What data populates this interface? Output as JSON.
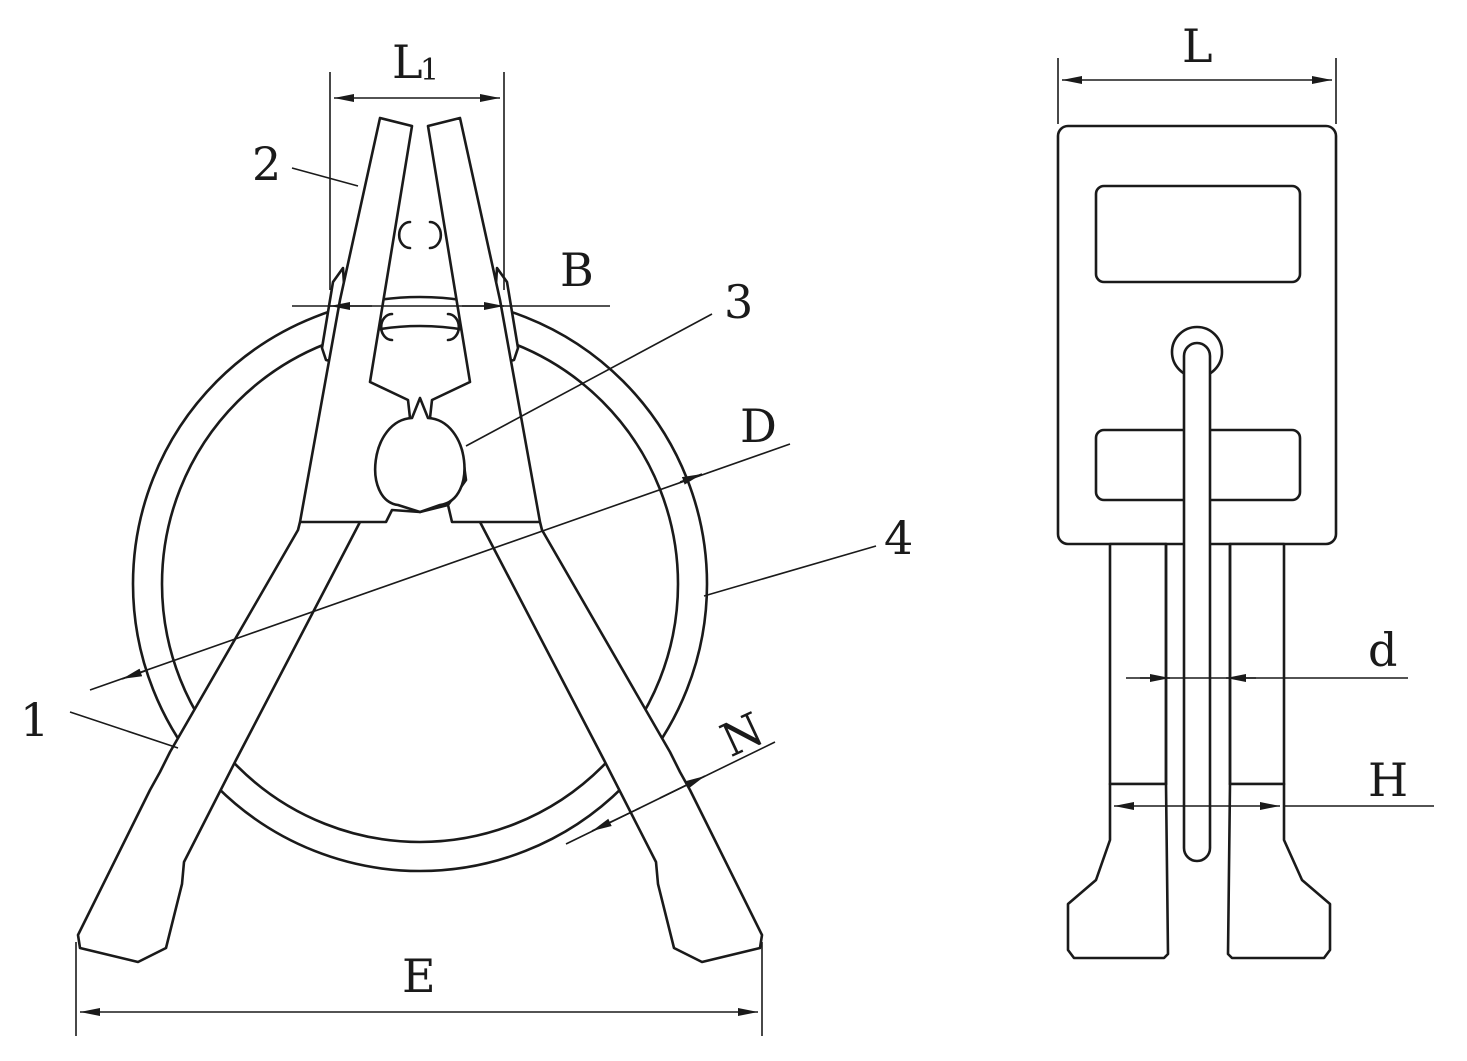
{
  "colors": {
    "line": "#1a1a1a",
    "background": "#ffffff"
  },
  "front_view": {
    "callouts": {
      "part_1": "1",
      "part_2": "2",
      "part_3": "3",
      "part_4": "4"
    },
    "dimensions": {
      "L1": "L",
      "L1_sub": "1",
      "B": "B",
      "D": "D",
      "N": "N",
      "E": "E"
    }
  },
  "side_view": {
    "dimensions": {
      "L": "L",
      "d": "d",
      "H": "H"
    }
  }
}
